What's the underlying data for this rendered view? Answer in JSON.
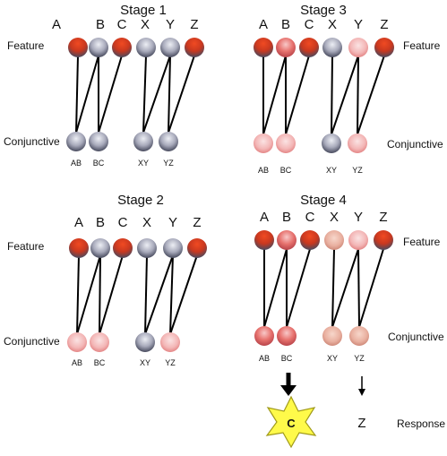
{
  "labels": {
    "feature": "Feature",
    "conjunctive": "Conjunctive",
    "response": "Response"
  },
  "columns": [
    "A",
    "B",
    "C",
    "X",
    "Y",
    "Z"
  ],
  "pairs": [
    "AB",
    "BC",
    "XY",
    "YZ"
  ],
  "colors": {
    "grey_top": "#cfd0da",
    "grey_mid": "#a9aabb",
    "grey_bottom": "#4c4f63",
    "red_strong": "#d43a1c",
    "red_mid": "#e57d7a",
    "red_light": "#f5c8c8",
    "star_fill": "#fffa4a",
    "star_stroke": "#a09a1a"
  },
  "stages": [
    {
      "title": "Stage 1",
      "feature_states": [
        "red",
        "grey",
        "red",
        "grey",
        "grey",
        "red"
      ],
      "conj_states": [
        "grey",
        "grey",
        "grey",
        "grey"
      ]
    },
    {
      "title": "Stage 3",
      "feature_states": [
        "red",
        "pink",
        "red",
        "grey",
        "light",
        "red"
      ],
      "conj_states": [
        "light",
        "light",
        "grey",
        "light"
      ]
    },
    {
      "title": "Stage 2",
      "feature_states": [
        "red",
        "grey",
        "red",
        "grey",
        "grey",
        "red"
      ],
      "conj_states": [
        "light",
        "light",
        "grey",
        "light"
      ]
    },
    {
      "title": "Stage 4",
      "feature_states": [
        "red",
        "pink",
        "red",
        "peach",
        "light",
        "red"
      ],
      "conj_states": [
        "pink",
        "pink",
        "peach",
        "peach"
      ]
    }
  ],
  "output": {
    "winner": "C",
    "loser": "Z"
  }
}
